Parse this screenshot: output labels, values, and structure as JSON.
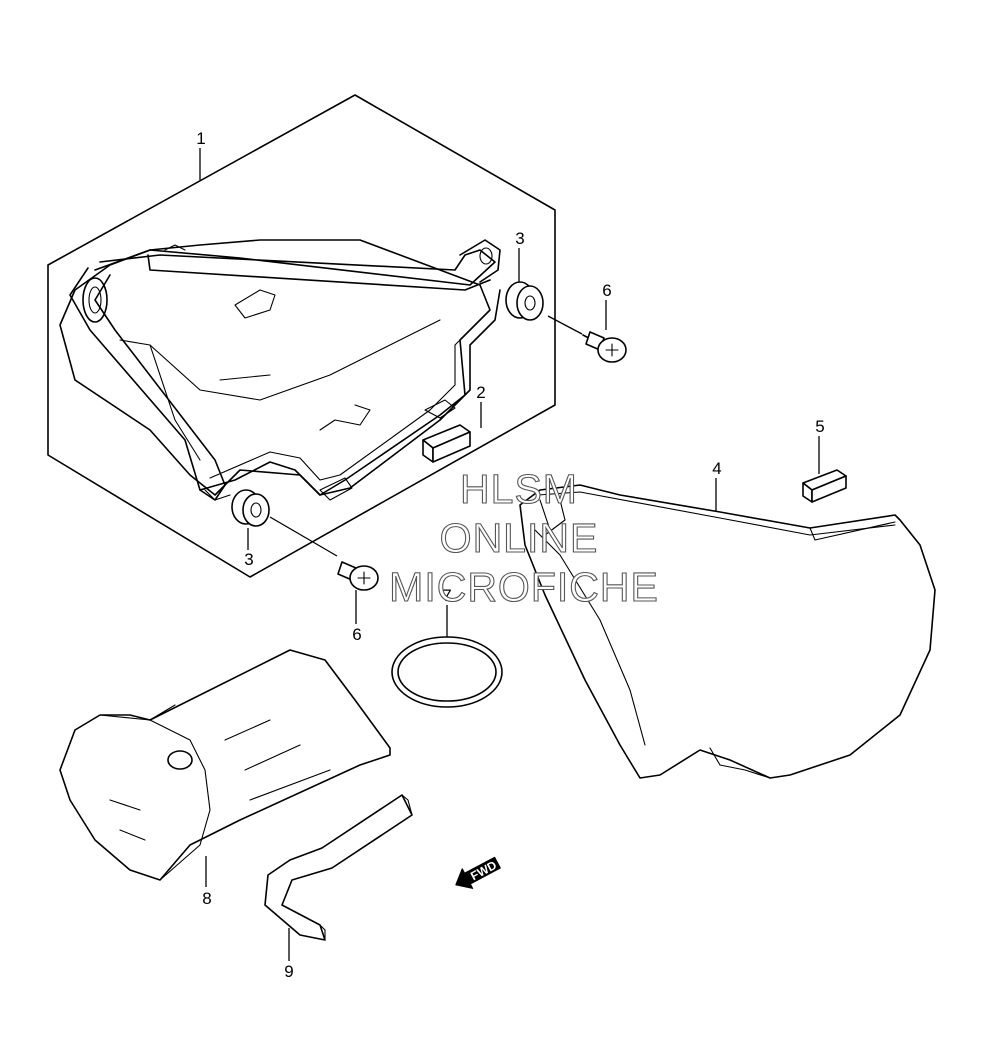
{
  "callouts": {
    "c1": "1",
    "c2": "2",
    "c3a": "3",
    "c3b": "3",
    "c4": "4",
    "c5": "5",
    "c6a": "6",
    "c6b": "6",
    "c7": "7",
    "c8": "8",
    "c9": "9"
  },
  "watermark": {
    "line1": "HLSM",
    "line2": "ONLINE",
    "line3": "MICROFICHE"
  },
  "direction_marker": {
    "label": "FWD",
    "icon": "forward-arrow-icon"
  }
}
